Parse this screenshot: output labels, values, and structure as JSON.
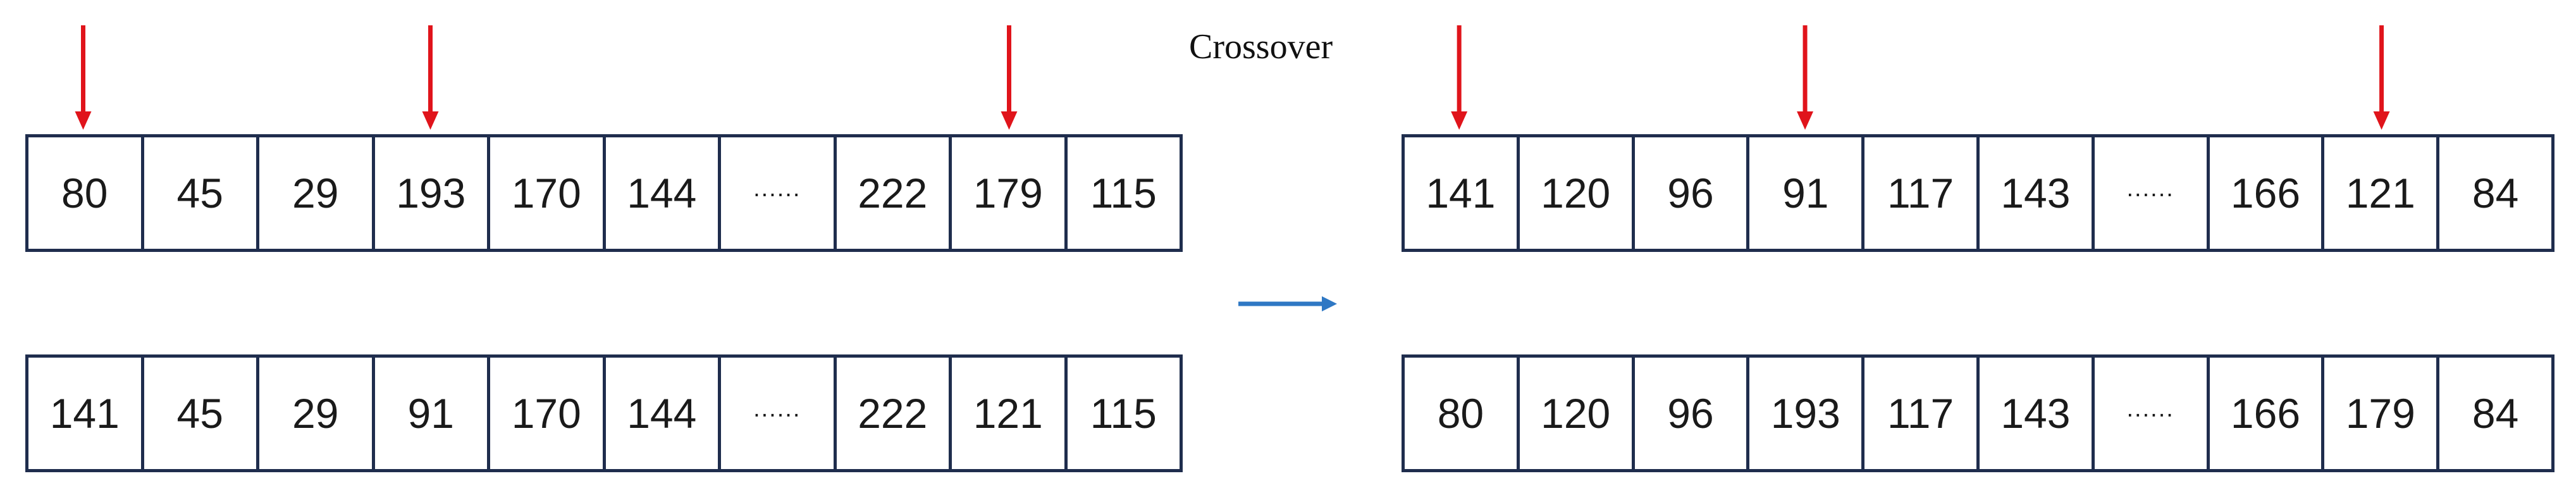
{
  "title": "Crossover",
  "colors": {
    "marker_arrow": "#e0141b",
    "flow_arrow": "#2f78c4",
    "cell_border": "#1f2d4d"
  },
  "left": {
    "top_row": [
      "80",
      "45",
      "29",
      "193",
      "170",
      "144",
      "......",
      "222",
      "179",
      "115"
    ],
    "bottom_row": [
      "141",
      "45",
      "29",
      "91",
      "170",
      "144",
      "......",
      "222",
      "121",
      "115"
    ]
  },
  "right": {
    "top_row": [
      "141",
      "120",
      "96",
      "91",
      "117",
      "143",
      "......",
      "166",
      "121",
      "84"
    ],
    "bottom_row": [
      "80",
      "120",
      "96",
      "193",
      "117",
      "143",
      "......",
      "166",
      "179",
      "84"
    ]
  },
  "crossover_positions": [
    1,
    4,
    9
  ]
}
